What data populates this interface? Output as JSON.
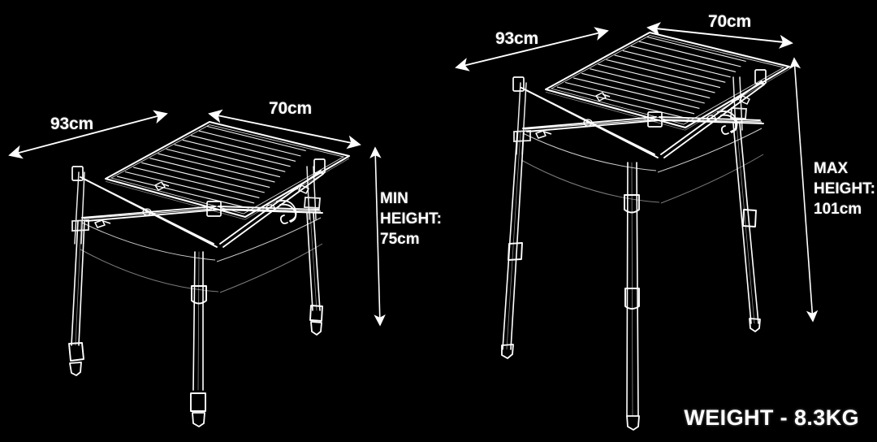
{
  "scene": {
    "background_color": "#000000",
    "line_color": "#ffffff",
    "style": "technical-line-drawing"
  },
  "tables": [
    {
      "id": "table-min-height",
      "state": "legs-retracted",
      "dimensions": {
        "width_label": "93cm",
        "depth_label": "70cm",
        "height_label_lines": [
          "MIN",
          "HEIGHT:",
          "75cm"
        ],
        "height_text": "MIN HEIGHT: 75cm",
        "width_cm": 93,
        "depth_cm": 70,
        "height_cm": 75
      }
    },
    {
      "id": "table-max-height",
      "state": "legs-extended",
      "dimensions": {
        "width_label": "93cm",
        "depth_label": "70cm",
        "height_label_lines": [
          "MAX",
          "HEIGHT:",
          "101cm"
        ],
        "height_text": "MAX HEIGHT: 101cm",
        "width_cm": 93,
        "depth_cm": 70,
        "height_cm": 101
      }
    }
  ],
  "labels": {
    "left_width": "93cm",
    "left_depth": "70cm",
    "left_height_l1": "MIN",
    "left_height_l2": "HEIGHT:",
    "left_height_l3": "75cm",
    "right_width": "93cm",
    "right_depth": "70cm",
    "right_height_l1": "MAX",
    "right_height_l2": "HEIGHT:",
    "right_height_l3": "101cm",
    "weight": "WEIGHT - 8.3KG"
  },
  "product": {
    "weight_label": "WEIGHT - 8.3KG",
    "weight_kg": 8.3,
    "tabletop_slat_count": 12
  }
}
